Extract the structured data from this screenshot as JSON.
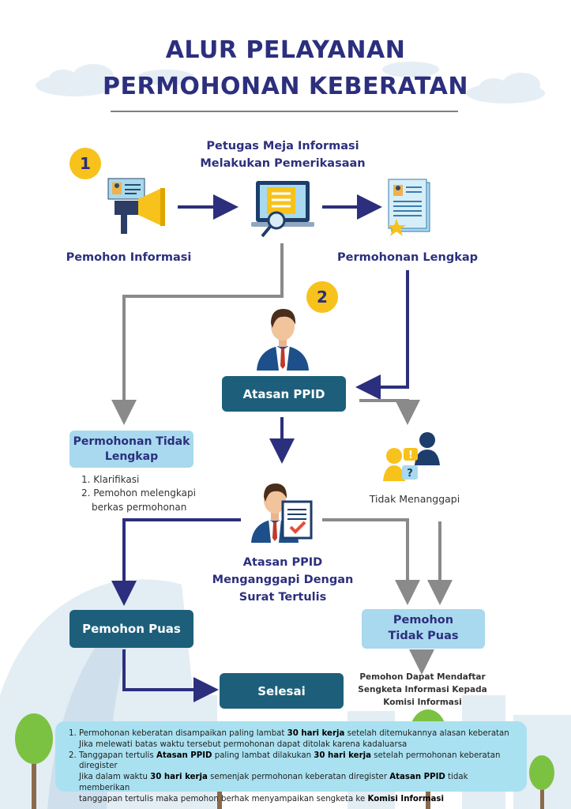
{
  "title": {
    "line1": "ALUR PELAYANAN",
    "line2": "PERMOHONAN KEBERATAN"
  },
  "steps": {
    "badge1": "1",
    "badge2": "2",
    "pemohon_informasi": "Pemohon Informasi",
    "petugas_line1": "Petugas Meja Informasi",
    "petugas_line2": "Melakukan Pemerikasaan",
    "permohonan_lengkap": "Permohonan Lengkap",
    "atasan_ppid": "Atasan PPID",
    "tidak_lengkap_line1": "Permohonan Tidak",
    "tidak_lengkap_line2": "Lengkap",
    "klarifikasi_1": "1. Klarifikasi",
    "klarifikasi_2a": "2. Pemohon melengkapi",
    "klarifikasi_2b": "berkas permohonan",
    "tidak_menanggapi": "Tidak Menanggapi",
    "menanggapi_line1": "Atasan PPID",
    "menanggapi_line2": "Menganggapi Dengan",
    "menanggapi_line3": "Surat Tertulis",
    "pemohon_puas": "Pemohon Puas",
    "tidak_puas_line1": "Pemohon",
    "tidak_puas_line2": "Tidak Puas",
    "selesai": "Selesai",
    "sengketa_line1": "Pemohon Dapat Mendaftar",
    "sengketa_line2": "Sengketa Informasi Kepada",
    "sengketa_line3": "Komisi Informasi"
  },
  "notes": {
    "n1_a": "Permohonan keberatan disampaikan paling lambat ",
    "n1_b": "30 hari kerja",
    "n1_c": " setelah ditemukannya alasan keberatan",
    "n1_d": "Jika melewati batas waktu tersebut permohonan dapat ditolak karena kadaluarsa",
    "n2_a": "Tanggapan tertulis ",
    "n2_b": "Atasan PPID",
    "n2_c": " paling lambat dilakukan ",
    "n2_d": "30 hari kerja",
    "n2_e": " setelah permohonan keberatan diregister",
    "n2_f": "Jika dalam waktu ",
    "n2_g": "30 hari kerja",
    "n2_h": " semenjak permohonan keberatan diregister ",
    "n2_i": "Atasan PPID",
    "n2_j": " tidak memberikan",
    "n2_k": "tanggapan tertulis maka pemohon berhak menyampaikan sengketa ke ",
    "n2_l": "Komisi Informasi"
  },
  "colors": {
    "navy": "#2c2f7d",
    "teal_box": "#1d5f7a",
    "light_box": "#a8d9ee",
    "badge": "#f7c21b",
    "gray_arrow": "#8a8a8a"
  }
}
